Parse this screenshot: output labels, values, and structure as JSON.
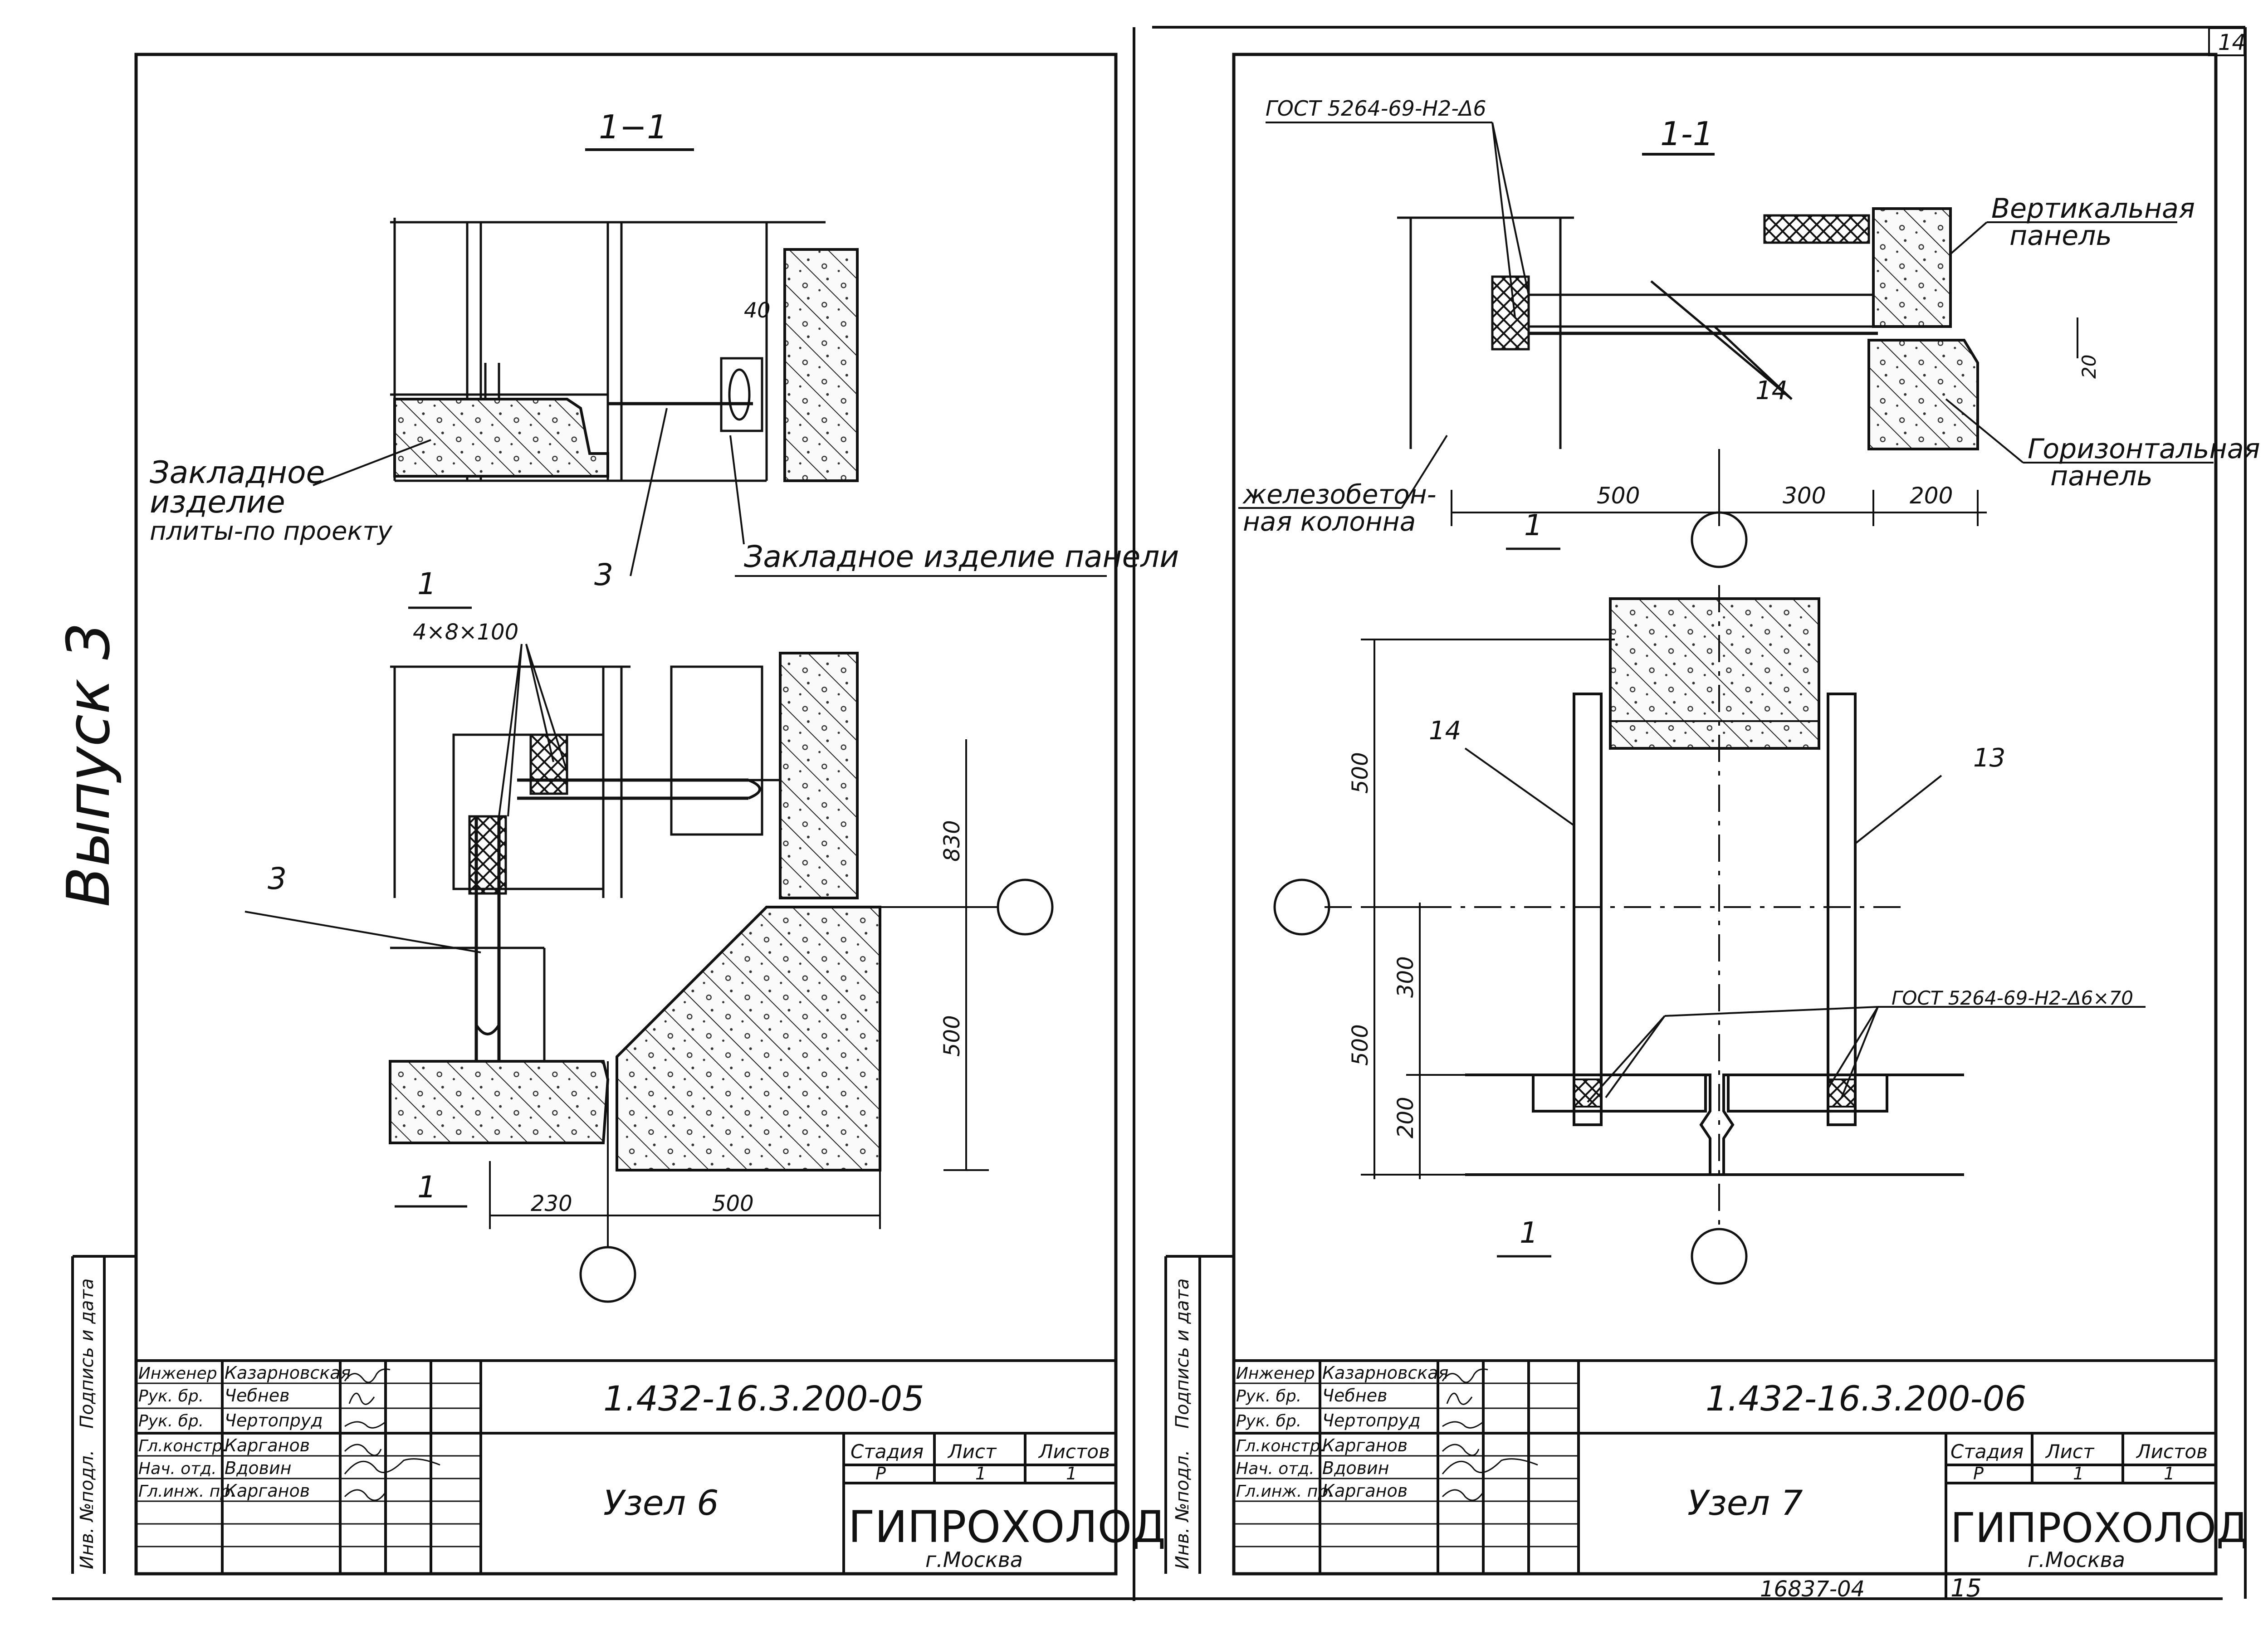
{
  "page_number_corner": "14",
  "vertical_title": "Выпуск 3",
  "left_sheet": {
    "section_label": "1−1",
    "labels": {
      "embedded_slab": [
        "Закладное",
        "изделие",
        "плиты-по проекту"
      ],
      "embedded_panel": "Закладное изделие панели",
      "callout_3_top": "3",
      "callout_3_left": "3",
      "weld_spec": "4×8×100",
      "dim_40": "40",
      "section_mark": "1",
      "dim_830": "830",
      "dim_500_vertical": "500",
      "dim_230": "230",
      "dim_500_horizontal": "500"
    },
    "side_stamp": [
      "Инв. №подл.",
      "Подпись и дата"
    ],
    "title_block": {
      "roles": [
        "Инженер",
        "Рук. бр.",
        "Рук. бр.",
        "Гл.констр.",
        "Нач. отд.",
        "Гл.инж. пр."
      ],
      "names": [
        "Казарновская",
        "Чебнев",
        "Чертопруд",
        "Карганов",
        "Вдовин",
        "Карганов"
      ],
      "designation": "1.432-16.3.200-05",
      "node_title": "Узел 6",
      "col_stage": "Стадия",
      "col_sheet": "Лист",
      "col_sheets": "Листов",
      "stage_value": "Р",
      "sheet_value": "1",
      "sheets_value": "1",
      "org": "ГИПРОХОЛОД",
      "city": "г.Москва"
    }
  },
  "right_sheet": {
    "section_label": "1-1",
    "labels": {
      "gost_top": "ГОСТ 5264-69-Н2-Δ6",
      "vertical_panel": [
        "Вертикальная",
        "панель"
      ],
      "horizontal_panel": [
        "Горизонтальная",
        "панель"
      ],
      "rc_column": [
        "железобетон-",
        "ная колонна"
      ],
      "callout_14_top": "14",
      "callout_14_bottom": "14",
      "callout_13": "13",
      "dim_20": "20",
      "dim_500": "500",
      "dim_300": "300",
      "dim_200": "200",
      "section_mark": "1",
      "dim_500_v1": "500",
      "dim_300_v": "300",
      "dim_500_v2": "500",
      "dim_200_v": "200",
      "gost_bottom": "ГОСТ 5264-69-Н2-Δ6×70"
    },
    "side_stamp": [
      "Инв. №подл.",
      "Подпись и дата"
    ],
    "title_block": {
      "roles": [
        "Инженер",
        "Рук. бр.",
        "Рук. бр.",
        "Гл.констр.",
        "Нач. отд.",
        "Гл.инж. пр."
      ],
      "names": [
        "Казарновская",
        "Чебнев",
        "Чертопруд",
        "Карганов",
        "Вдовин",
        "Карганов"
      ],
      "designation": "1.432-16.3.200-06",
      "node_title": "Узел 7",
      "col_stage": "Стадия",
      "col_sheet": "Лист",
      "col_sheets": "Листов",
      "stage_value": "Р",
      "sheet_value": "1",
      "sheets_value": "1",
      "org": "ГИПРОХОЛОД",
      "city": "г.Москва"
    },
    "footer_code": "16837-04",
    "footer_page": "15"
  }
}
